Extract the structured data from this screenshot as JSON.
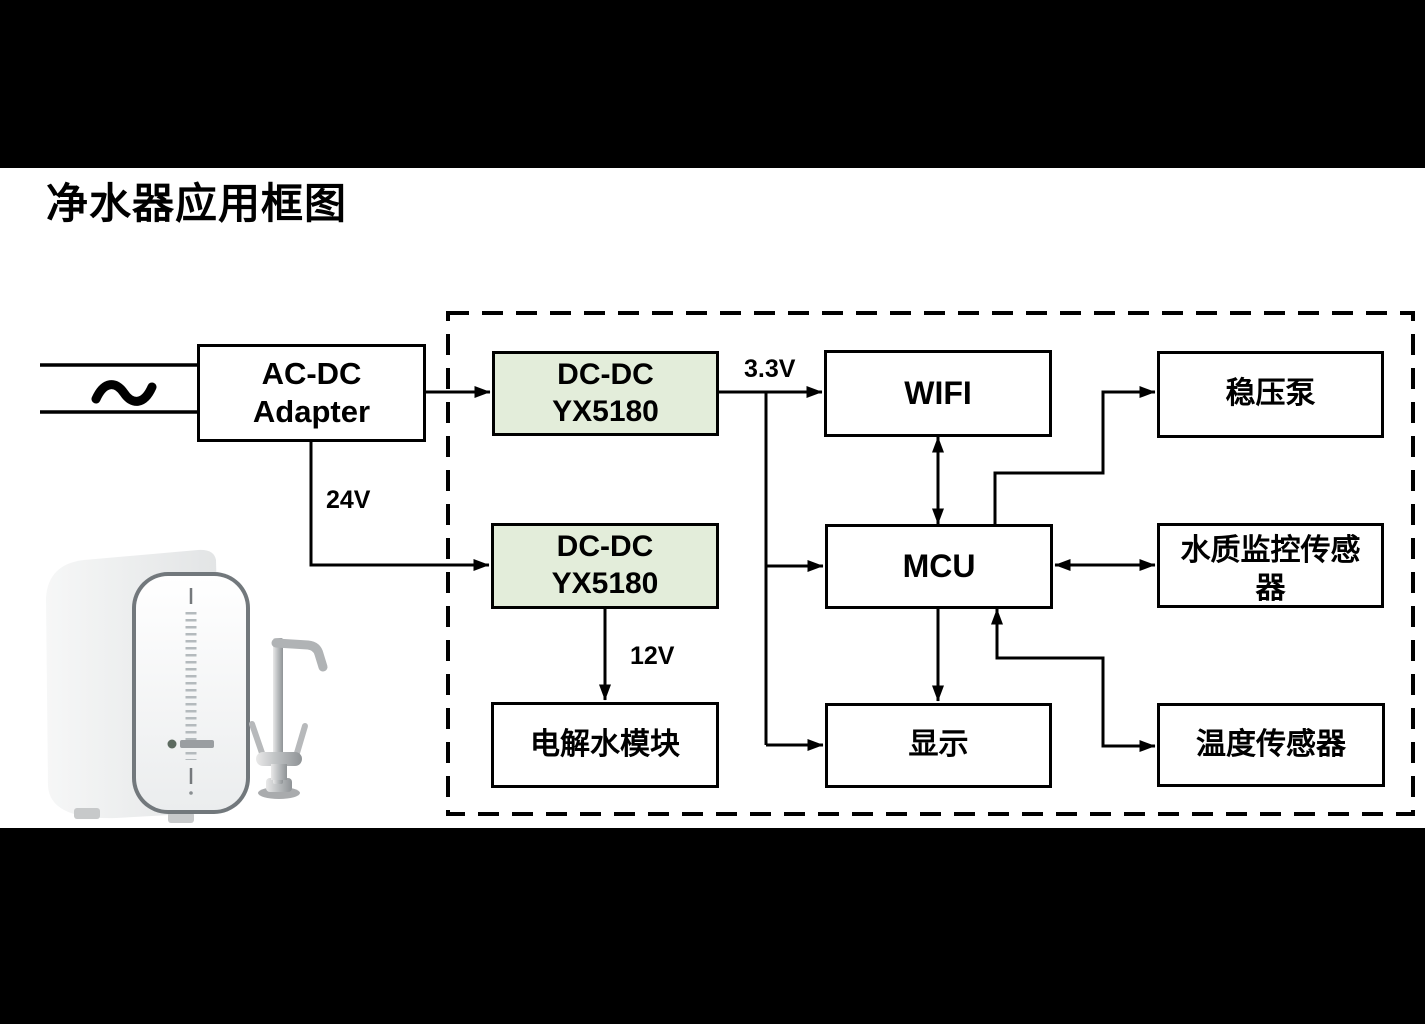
{
  "page": {
    "title": "净水器应用框图",
    "background": "#000000",
    "canvas_background": "#ffffff"
  },
  "colors": {
    "line": "#000000",
    "dcdc_block_fill": "#e3edda",
    "block_fill": "#ffffff",
    "text": "#000000"
  },
  "labels": {
    "ac_symbol": "~",
    "v24": "24V",
    "v33": "3.3V",
    "v12": "12V"
  },
  "blocks": {
    "ac_dc": {
      "line1": "AC-DC",
      "line2": "Adapter"
    },
    "dcdc_top": {
      "line1": "DC-DC",
      "line2": "YX5180"
    },
    "dcdc_bottom": {
      "line1": "DC-DC",
      "line2": "YX5180"
    },
    "electrolysis": {
      "label": "电解水模块"
    },
    "wifi": {
      "label": "WIFI"
    },
    "mcu": {
      "label": "MCU"
    },
    "display": {
      "label": "显示"
    },
    "pump": {
      "label": "稳压泵"
    },
    "water_quality": {
      "label": "水质监控传感器"
    },
    "temperature": {
      "label": "温度传感器"
    }
  },
  "connections": [
    {
      "from": "AC电源",
      "to": "AC-DC Adapter",
      "bidirectional": false
    },
    {
      "from": "AC-DC Adapter",
      "to": "DC-DC YX5180 (上)",
      "bidirectional": false
    },
    {
      "from": "AC-DC Adapter",
      "to": "DC-DC YX5180 (下)",
      "label": "24V",
      "bidirectional": false
    },
    {
      "from": "DC-DC YX5180 (上)",
      "to": "WIFI",
      "label": "3.3V",
      "bidirectional": false
    },
    {
      "from": "DC-DC YX5180 (上)",
      "to": "MCU",
      "label": "3.3V",
      "bidirectional": false
    },
    {
      "from": "DC-DC YX5180 (上)",
      "to": "显示",
      "label": "3.3V",
      "bidirectional": false
    },
    {
      "from": "DC-DC YX5180 (下)",
      "to": "电解水模块",
      "label": "12V",
      "bidirectional": false
    },
    {
      "from": "WIFI",
      "to": "MCU",
      "bidirectional": true
    },
    {
      "from": "MCU",
      "to": "稳压泵",
      "bidirectional": false
    },
    {
      "from": "MCU",
      "to": "水质监控传感器",
      "bidirectional": true
    },
    {
      "from": "MCU",
      "to": "显示",
      "bidirectional": false
    },
    {
      "from": "MCU",
      "to": "温度传感器",
      "bidirectional": true
    }
  ]
}
